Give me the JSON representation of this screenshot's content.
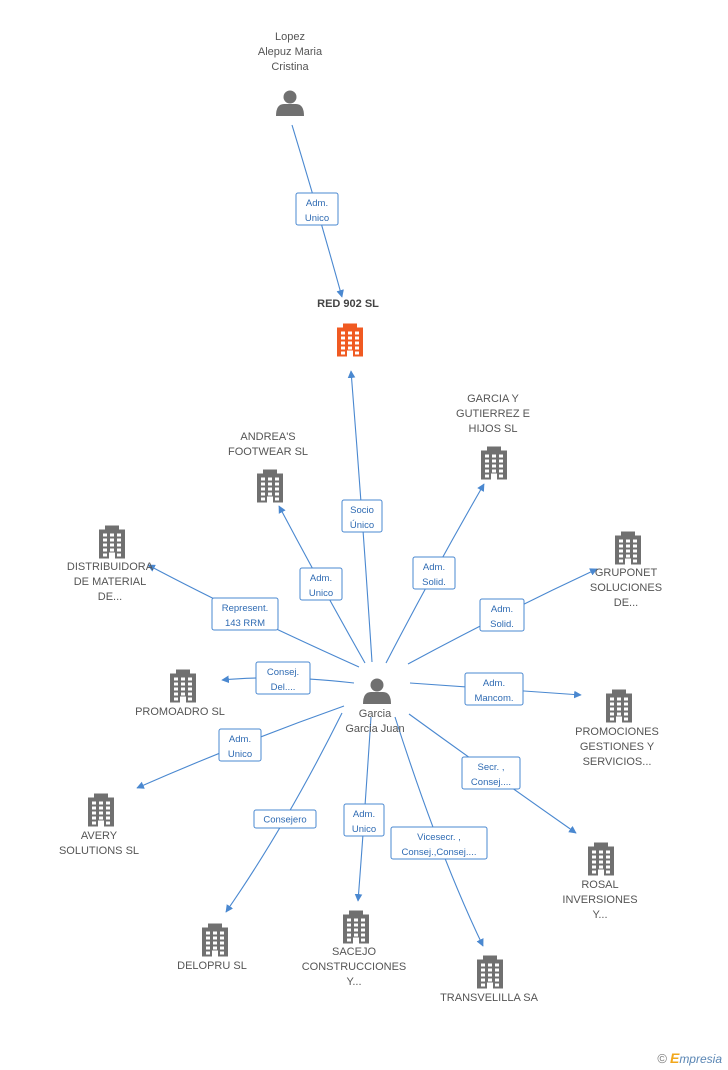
{
  "colors": {
    "edge": "#4a88d0",
    "company": "#707070",
    "focus_company": "#f05a22",
    "person": "#707070"
  },
  "nodes": [
    {
      "id": "lopez",
      "type": "person",
      "label_lines": [
        "Lopez",
        "Alepuz Maria",
        "Cristina"
      ]
    },
    {
      "id": "red902",
      "type": "company",
      "focus": true,
      "label_lines": [
        "RED 902 SL"
      ]
    },
    {
      "id": "garcia_gutierrez",
      "type": "company",
      "label_lines": [
        "GARCIA Y",
        "GUTIERREZ E",
        "HIJOS  SL"
      ]
    },
    {
      "id": "andreas",
      "type": "company",
      "label_lines": [
        "ANDREA'S",
        "FOOTWEAR  SL"
      ]
    },
    {
      "id": "distribuidora",
      "type": "company",
      "label_lines": [
        "DISTRIBUIDORA",
        "DE MATERIAL",
        "DE..."
      ]
    },
    {
      "id": "gruponet",
      "type": "company",
      "label_lines": [
        "GRUPONET",
        "SOLUCIONES",
        "DE..."
      ]
    },
    {
      "id": "promoadro",
      "type": "company",
      "label_lines": [
        "PROMOADRO SL"
      ]
    },
    {
      "id": "garcia_juan",
      "type": "person",
      "label_lines": [
        "Garcia",
        "Garcia Juan"
      ]
    },
    {
      "id": "promociones",
      "type": "company",
      "label_lines": [
        "PROMOCIONES",
        "GESTIONES Y",
        "SERVICIOS..."
      ]
    },
    {
      "id": "avery",
      "type": "company",
      "label_lines": [
        "AVERY",
        "SOLUTIONS SL"
      ]
    },
    {
      "id": "rosal",
      "type": "company",
      "label_lines": [
        "ROSAL",
        "INVERSIONES",
        "Y..."
      ]
    },
    {
      "id": "delopru",
      "type": "company",
      "label_lines": [
        "DELOPRU SL"
      ]
    },
    {
      "id": "sacejo",
      "type": "company",
      "label_lines": [
        "SACEJO",
        "CONSTRUCCIONES",
        "Y..."
      ]
    },
    {
      "id": "transvelilla",
      "type": "company",
      "label_lines": [
        "TRANSVELILLA SA"
      ]
    }
  ],
  "edges": [
    {
      "from": "lopez",
      "to": "red902",
      "role_lines": [
        "Adm.",
        "Unico"
      ]
    },
    {
      "from": "garcia_juan",
      "to": "red902",
      "role_lines": [
        "Socio",
        "Único"
      ]
    },
    {
      "from": "garcia_juan",
      "to": "andreas",
      "role_lines": [
        "Adm.",
        "Unico"
      ]
    },
    {
      "from": "garcia_juan",
      "to": "garcia_gutierrez",
      "role_lines": [
        "Adm.",
        "Solid."
      ]
    },
    {
      "from": "garcia_juan",
      "to": "gruponet",
      "role_lines": [
        "Adm.",
        "Solid."
      ]
    },
    {
      "from": "garcia_juan",
      "to": "distribuidora",
      "role_lines": [
        "Represent.",
        "143 RRM"
      ]
    },
    {
      "from": "garcia_juan",
      "to": "promoadro",
      "role_lines": [
        "Consej.",
        "Del...."
      ]
    },
    {
      "from": "garcia_juan",
      "to": "promociones",
      "role_lines": [
        "Adm.",
        "Mancom."
      ]
    },
    {
      "from": "garcia_juan",
      "to": "avery",
      "role_lines": [
        "Adm.",
        "Unico"
      ]
    },
    {
      "from": "garcia_juan",
      "to": "rosal",
      "role_lines": [
        "Secr. ,",
        "Consej...."
      ]
    },
    {
      "from": "garcia_juan",
      "to": "delopru",
      "role_lines": [
        "Consejero"
      ]
    },
    {
      "from": "garcia_juan",
      "to": "sacejo",
      "role_lines": [
        "Adm.",
        "Unico"
      ]
    },
    {
      "from": "garcia_juan",
      "to": "transvelilla",
      "role_lines": [
        "Vicesecr. ,",
        "Consej.,Consej...."
      ]
    }
  ],
  "footer": {
    "copyright": "©",
    "brand_first": "E",
    "brand_rest": "mpresia"
  }
}
